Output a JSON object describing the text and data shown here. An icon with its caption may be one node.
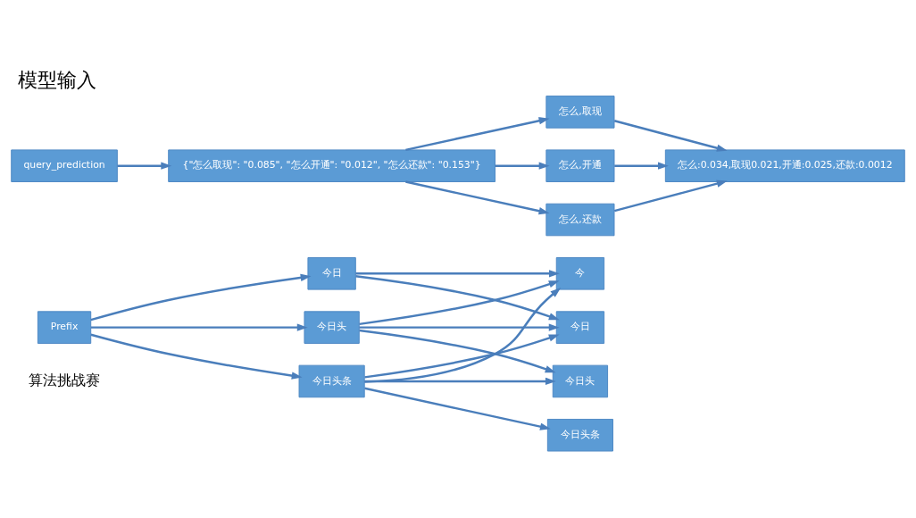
{
  "diagram": {
    "title": "模型输入",
    "nodes": [
      {
        "text": [
          "Prefix"
        ]
      },
      {
        "text": [
          "今日"
        ]
      },
      {
        "text": [
          "今日头"
        ]
      },
      {
        "text": [
          "今日头条"
        ]
      },
      {
        "text": [
          "今"
        ]
      },
      {
        "text": [
          "今日"
        ]
      },
      {
        "text": [
          "今日头"
        ]
      },
      {
        "text": [
          "今日头条"
        ]
      },
      {
        "text": [
          "query_prediction"
        ]
      },
      {
        "text": [
          "{\"怎么取现\": \"0.085\", \"怎么开通\": \"0.012\", \"怎么还款\": \"0.153\"}"
        ]
      },
      {
        "text": [
          "怎么,取现"
        ]
      },
      {
        "text": [
          "怎么,开通"
        ]
      },
      {
        "text": [
          "怎么,还款"
        ]
      },
      {
        "text": [
          "怎么:0.034,取现0.021,开通:0.025,还款:0.0012"
        ]
      }
    ],
    "edges": [
      {
        "from": 0,
        "to": 1,
        "arrow": "to"
      },
      {
        "from": 0,
        "to": 2,
        "arrow": "to"
      },
      {
        "from": 0,
        "to": 3,
        "arrow": "to"
      },
      {
        "from": 1,
        "to": 4,
        "arrow": "to"
      },
      {
        "from": 1,
        "to": 5,
        "arrow": "to"
      },
      {
        "from": 2,
        "to": 4,
        "arrow": "to"
      },
      {
        "from": 2,
        "to": 5,
        "arrow": "to"
      },
      {
        "from": 2,
        "to": 6,
        "arrow": "to"
      },
      {
        "from": 3,
        "to": 4,
        "arrow": "to"
      },
      {
        "from": 3,
        "to": 5,
        "arrow": "to"
      },
      {
        "from": 3,
        "to": 6,
        "arrow": "to"
      },
      {
        "from": 3,
        "to": 7,
        "arrow": "to"
      },
      {
        "from": 8,
        "to": 9,
        "arrow": "to"
      },
      {
        "from": 9,
        "to": 10,
        "arrow": "to"
      },
      {
        "from": 9,
        "to": 11,
        "arrow": "to"
      },
      {
        "from": 9,
        "to": 12,
        "arrow": "to"
      },
      {
        "from": 10,
        "to": 13,
        "arrow": "to"
      },
      {
        "from": 11,
        "to": 13,
        "arrow": "to"
      },
      {
        "from": 12,
        "to": 13,
        "arrow": "to"
      }
    ],
    "labels": [
      "算法挑战赛"
    ]
  }
}
